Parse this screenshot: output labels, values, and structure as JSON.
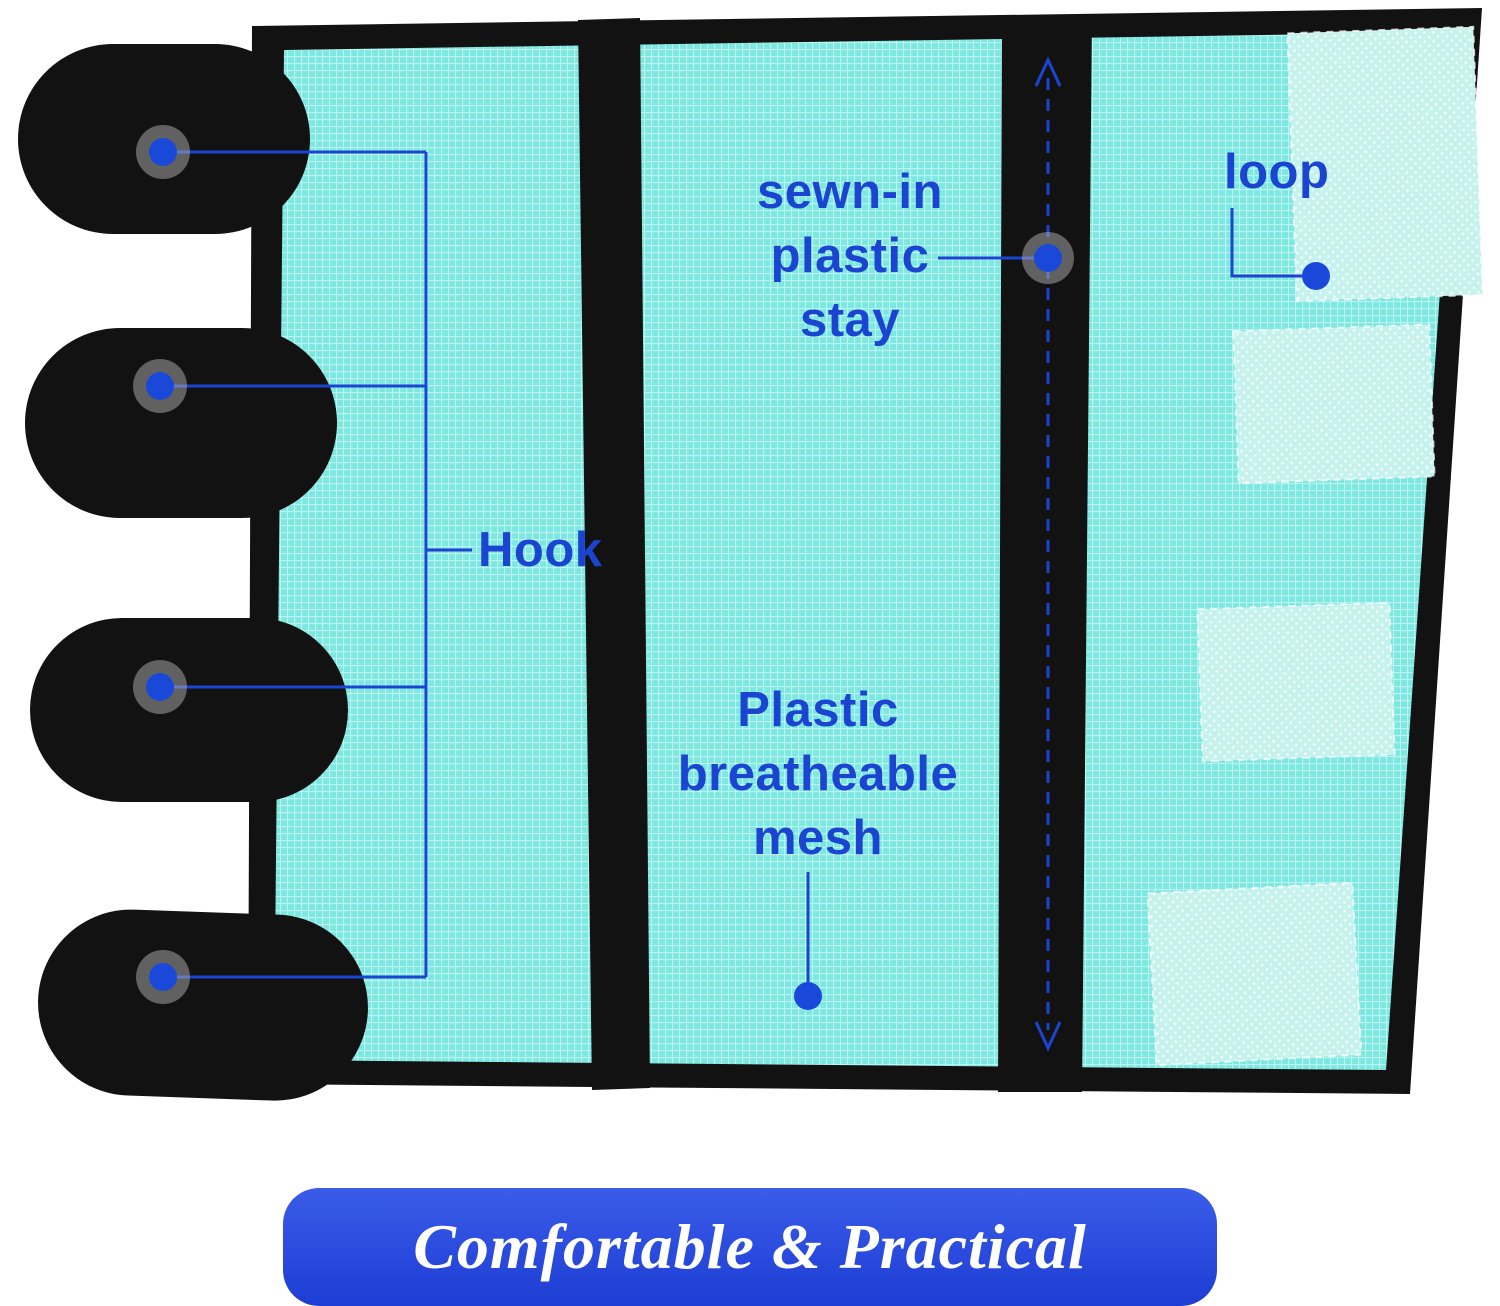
{
  "labels": {
    "stay": {
      "lines": [
        "sewn-in",
        "plastic",
        "stay"
      ]
    },
    "loop": "loop",
    "hook": "Hook",
    "mesh": {
      "lines": [
        "Plastic",
        "breatheable",
        "mesh"
      ]
    }
  },
  "banner": {
    "text": "Comfortable & Practical"
  },
  "colors": {
    "label-blue": "#1b45d1",
    "dot-blue": "#1a49da",
    "mesh-teal": "#7ce8e1",
    "strap-black": "#121212",
    "loop-patch": "#c6f2ee",
    "banner-top": "#3a5ce8",
    "banner-bottom": "#1d3dd4",
    "banner-text": "#ffffff"
  }
}
